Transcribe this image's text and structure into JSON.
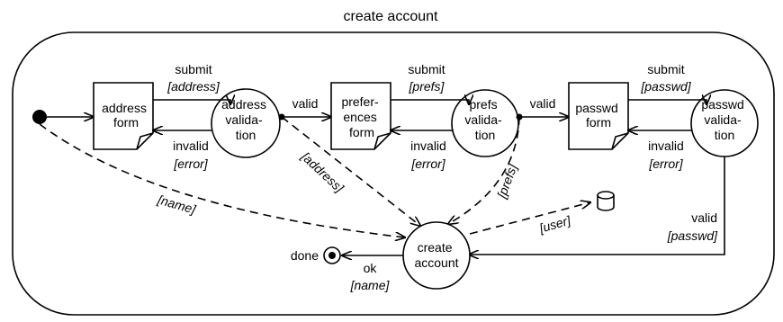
{
  "title": "create account",
  "nodes": {
    "address_form": [
      "address",
      "form"
    ],
    "address_validation": [
      "address",
      "valida-",
      "tion"
    ],
    "preferences_form": [
      "prefer-",
      "ences",
      "form"
    ],
    "prefs_validation": [
      "prefs",
      "valida-",
      "tion"
    ],
    "passwd_form": [
      "passwd",
      "form"
    ],
    "passwd_validation": [
      "passwd",
      "valida-",
      "tion"
    ],
    "create_account": [
      "create",
      "account"
    ],
    "done": "done"
  },
  "labels": {
    "submit1": "submit",
    "submit1_guard": "[address]",
    "invalid1": "invalid",
    "invalid1_guard": "[error]",
    "valid1": "valid",
    "submit2": "submit",
    "submit2_guard": "[prefs]",
    "invalid2": "invalid",
    "invalid2_guard": "[error]",
    "valid2": "valid",
    "submit3": "submit",
    "submit3_guard": "[passwd]",
    "invalid3": "invalid",
    "invalid3_guard": "[error]",
    "valid3": "valid",
    "valid3_guard": "[passwd]",
    "name_flow": "[name]",
    "address_flow": "[address]",
    "prefs_flow": "[prefs]",
    "user_flow": "[user]",
    "ok": "ok",
    "ok_guard": "[name]"
  }
}
